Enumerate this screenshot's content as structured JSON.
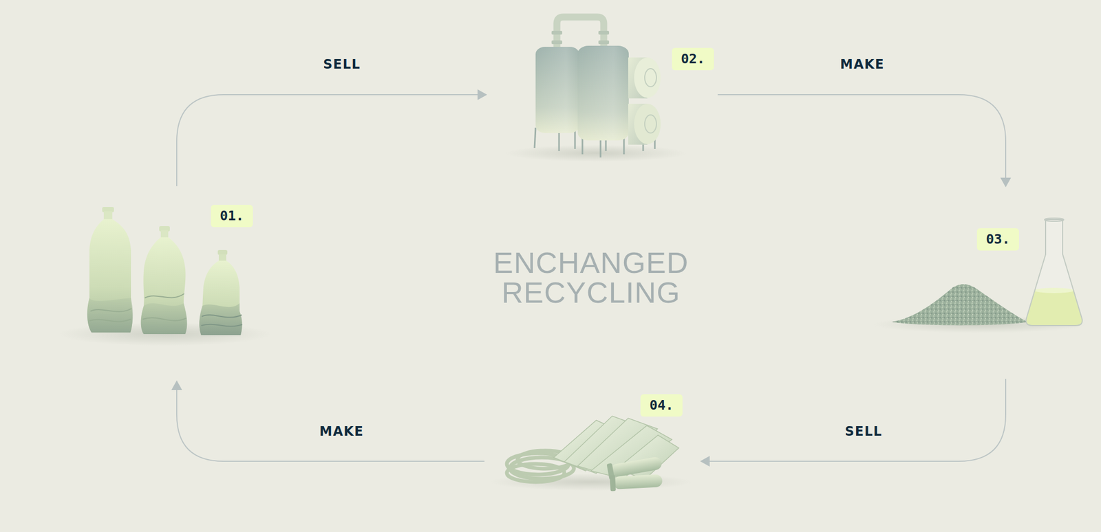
{
  "diagram": {
    "title": "ENCHANGED RECYCLING",
    "nodes": [
      {
        "text": [
          "01."
        ]
      },
      {
        "text": [
          "02."
        ]
      },
      {
        "text": [
          "03."
        ]
      },
      {
        "text": [
          "04."
        ]
      }
    ],
    "edges": [
      {
        "from": 0,
        "to": 1,
        "arrow": "to",
        "label": "SELL"
      },
      {
        "from": 1,
        "to": 2,
        "arrow": "to",
        "label": "MAKE"
      },
      {
        "from": 2,
        "to": 3,
        "arrow": "to",
        "label": "SELL"
      },
      {
        "from": 3,
        "to": 0,
        "arrow": "to",
        "label": "MAKE"
      }
    ]
  }
}
